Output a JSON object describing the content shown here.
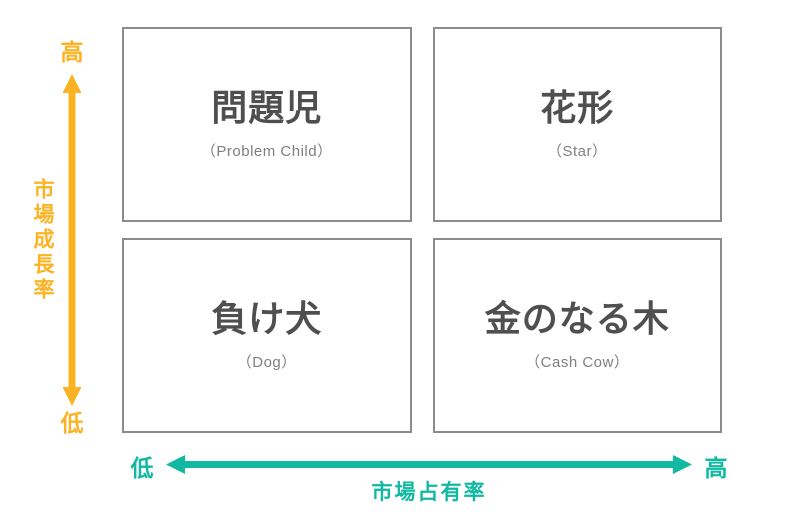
{
  "diagram": {
    "type": "bcg-growth-share-matrix",
    "y_axis": {
      "label": "市場成長率",
      "high": "高",
      "low": "低"
    },
    "x_axis": {
      "label": "市場占有率",
      "high": "高",
      "low": "低"
    },
    "quadrants": [
      {
        "id": "problem-child",
        "title": "問題児",
        "subtitle": "（Problem Child）"
      },
      {
        "id": "star",
        "title": "花形",
        "subtitle": "（Star）"
      },
      {
        "id": "dog",
        "title": "負け犬",
        "subtitle": "（Dog）"
      },
      {
        "id": "cash-cow",
        "title": "金のなる木",
        "subtitle": "（Cash Cow）"
      }
    ]
  },
  "colors": {
    "growth_axis": "#FBB324",
    "share_axis": "#12B9A2",
    "box_border": "#8C8C8C",
    "title_text": "#4F4F4F",
    "subtitle_text": "#7F7F7F"
  }
}
